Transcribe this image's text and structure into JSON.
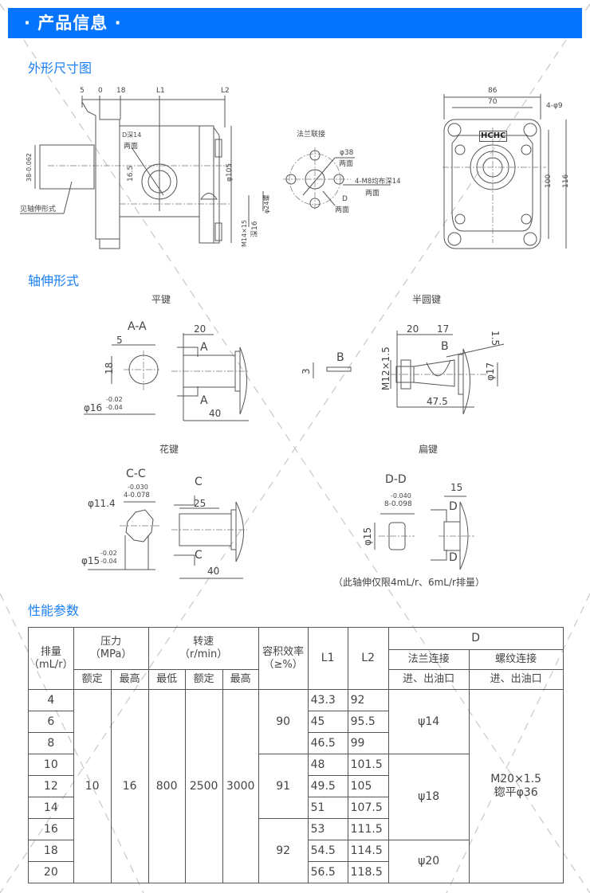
{
  "header": {
    "title": "· 产品信息 ·"
  },
  "sections": {
    "outline": "外形尺寸图",
    "shaft": "轴伸形式",
    "performance": "性能参数"
  },
  "outline": {
    "top_dims": [
      "5",
      "0",
      "18",
      "L1",
      "L2"
    ],
    "d_depth": "D深14",
    "two_faces": "两面",
    "dim_16_5": "16.5",
    "dim_phi105": "φ105",
    "dim_phi24": "φ24螺",
    "dim_m14": "M14×15",
    "dim_depth16": "深16",
    "shaft_dim": "38-0.062",
    "see_shaft": "见轴伸形式",
    "flange_title": "法兰联接",
    "flange_phi38": "φ38",
    "flange_m8": "4-M8均布深14",
    "flange_d": "D",
    "front_86": "86",
    "front_70": "70",
    "front_holes": "4-φ9",
    "front_100": "100",
    "front_116": "116",
    "brand": "HCHC"
  },
  "shaft": {
    "flat_key": {
      "title": "平键",
      "section": "A-A",
      "dim_5": "5",
      "dim_18": "18",
      "dim_phi16": "φ16",
      "tol_upper": "-0.02",
      "tol_lower": "-0.04",
      "dim_20": "20",
      "dim_40": "40",
      "mark": "A"
    },
    "woodruff_key": {
      "title": "半圆键",
      "dim_20": "20",
      "dim_17": "17",
      "dim_1_5": "1.5",
      "mark_b": "B",
      "dim_3": "3",
      "thread": "M12×1.5",
      "dim_phi17": "φ17",
      "dim_47_5": "47.5"
    },
    "spline": {
      "title": "花键",
      "section": "C-C",
      "tol_upper": "-0.030",
      "tol_main": "4-0.078",
      "dim_phi11_4": "φ11.4",
      "dim_25": "25",
      "mark": "C",
      "dim_phi15": "φ15",
      "tol2_upper": "-0.02",
      "tol2_lower": "-0.04",
      "dim_40": "40"
    },
    "flat": {
      "title": "扁键",
      "section": "D-D",
      "dim_15": "15",
      "tol_upper": "-0.040",
      "tol_main": "8-0.098",
      "dim_phi15": "φ15",
      "mark": "D",
      "note": "（此轴伸仅限4mL/r、6mL/r排量）"
    }
  },
  "table": {
    "headers": {
      "displacement": "排量",
      "displacement_unit": "（mL/r）",
      "pressure": "压力",
      "pressure_unit": "（MPa）",
      "speed": "转速",
      "speed_unit": "（r/min）",
      "efficiency": "容积效率",
      "efficiency_unit": "（≥%）",
      "l1": "L1",
      "l2": "L2",
      "d": "D",
      "flange": "法兰连接",
      "thread": "螺纹连接",
      "port": "进、出油口",
      "rated": "额定",
      "max": "最高",
      "min": "最低"
    },
    "displacement": [
      "4",
      "6",
      "8",
      "10",
      "12",
      "14",
      "16",
      "18",
      "20"
    ],
    "l1": [
      "43.3",
      "45",
      "46.5",
      "48",
      "49.5",
      "51",
      "53",
      "54.5",
      "56.5"
    ],
    "l2": [
      "92",
      "95.5",
      "99",
      "101.5",
      "105",
      "107.5",
      "111.5",
      "114.5",
      "118.5"
    ],
    "pressure_rated": "10",
    "pressure_max": "16",
    "speed_min": "800",
    "speed_rated": "2500",
    "speed_max": "3000",
    "efficiency": [
      "90",
      "91",
      "92"
    ],
    "flange_port": [
      "ψ14",
      "ψ18",
      "ψ20"
    ],
    "thread_port_1": "M20×1.5",
    "thread_port_2": "锪平φ36"
  }
}
